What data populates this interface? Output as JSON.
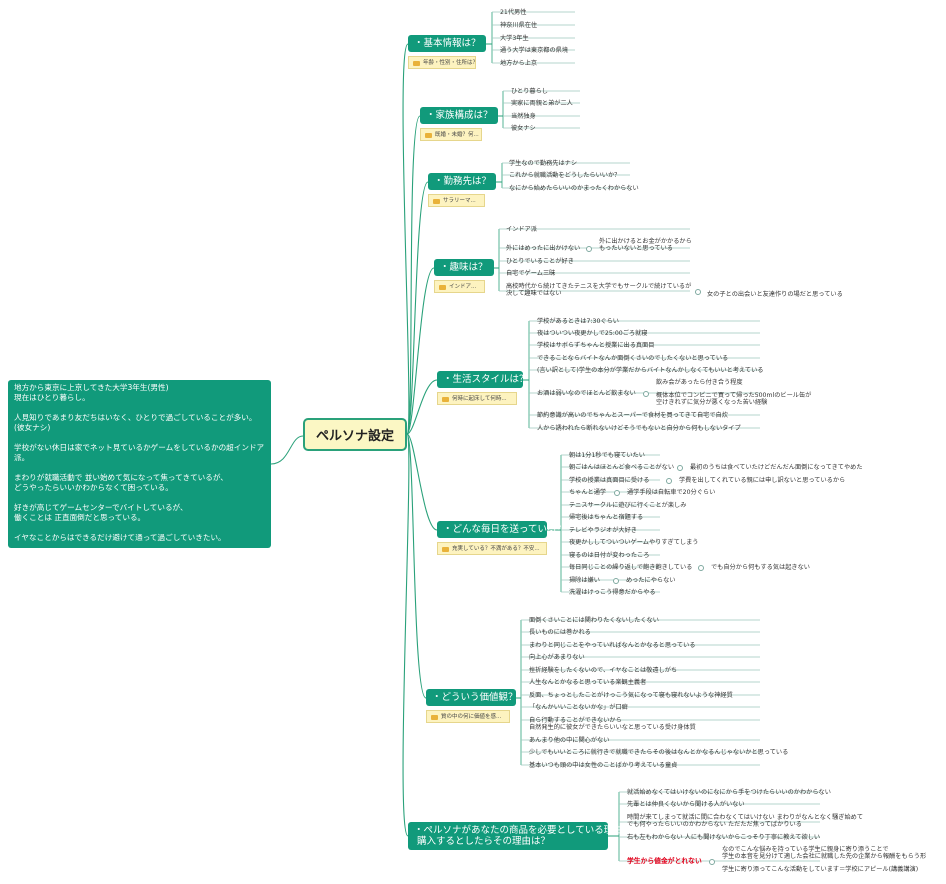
{
  "central_title": "ペルソナ設定",
  "summary": "地方から東京に上京してきた大学3年生(男性)\n現在はひとり暮らし。\n\n人見知りであまり友だちはいなく、ひとりで過ごしていることが多い。(彼女ナシ)\n\n学校がない休日は家でネット見ているかゲームをしているかの超インドア派。\n\nまわりが就職活動で 並い始めて気になって焦ってきているが、\nどうやったらいいかわからなくて困っている。\n\n好きが高じてゲームセンターでバイトしているが、\n働くことは 正直面倒だと思っている。\n\nイヤなことからはできるだけ避けて通って過ごしていきたい。",
  "branches": [
    {
      "title": "・基本情報は？",
      "note": "年齢・性別・住所は？",
      "items": [
        "21代男性",
        "神奈川県在住",
        "大学3年生",
        "通う大学は東京都の県境",
        "地方から上京"
      ]
    },
    {
      "title": "・家族構成は？",
      "note": "既婚・未婚？何...",
      "items": [
        "ひとり暮らし",
        "実家に両親と弟が二人",
        "当然独身",
        "彼女ナシ"
      ]
    },
    {
      "title": "・勤務先は？",
      "note": "サラリーマ...",
      "items": [
        "学生なので勤務先はナシ",
        "これから就職活動をどうしたらいいか？",
        "なにから始めたらいいのかまったくわからない"
      ]
    },
    {
      "title": "・趣味は？",
      "note": "インドア...",
      "items": [
        "インドア派",
        "外にはめったに出かけない",
        "ひとりでいることが好き",
        "自宅でゲーム三昧",
        "高校時代から続けてきたテニスを大学でもサークルで続けているが\n決して趣味ではない"
      ],
      "subs": [
        "外に出かけるとお金がかかるから\nもったいないと思っている",
        "女の子との出会いと友達作りの場だと思っている"
      ]
    },
    {
      "title": "・生活スタイルは？",
      "note": "何時に起床して何時...",
      "items": [
        "学校があるときは7:30ぐらい",
        "夜はついつい夜更かしで25:00ごろ就寝",
        "学校はサボらずちゃんと授業に出る真面目",
        "できることならバイトなんか面倒くさいのでしたくないと思っている",
        "(言い訳として)学生の本分が学業だからバイトなんかしなくてもいいと考えている",
        "お酒は弱いなのでほとんど飲まない",
        "節約意識が高いのでちゃんとスーパーで食材を買ってきて自宅で自炊",
        "人から誘われたら断れないけどそうでもないと自分から何もしないタイプ"
      ],
      "subs": [
        "飲み会があったら付き合う程度",
        "概体本位でコンビニで買って帰った500mlのビール缶が\n空けきれずに気分が悪くなった苦い経験"
      ]
    },
    {
      "title": "・どんな毎日を送っている？",
      "note": "充実している？不満がある？不安...",
      "items": [
        "朝は1分1秒でも寝ていたい",
        "朝ごはんはほとんど食べることがない",
        "学校の授業は真面目に受ける",
        "ちゃんと通学",
        "テニスサークルに遊びに行くことが楽しみ",
        "帰宅後はちゃんと宿題する",
        "テレビやラジオが大好き",
        "夜更かししてついついゲームやりすぎてしまう",
        "寝るのは日付が変わったころ",
        "毎日同じことの繰り返しで飽き飽きしている",
        "掃除は嫌い",
        "洗濯はけっこう得意だからやる"
      ],
      "subs": [
        "最初のうちは食べていたけどだんだん面倒になってきてやめた",
        "学費を出してくれている親には申し訳ないと思っているから",
        "通学手段は自転車で20分ぐらい",
        "でも自分から何もする気は起きない",
        "めったにやらない"
      ]
    },
    {
      "title": "・どういう価値観？",
      "note": "質の中の何に価値を感...",
      "items": [
        "面倒くさいことには関わりたくないしたくない",
        "長いものには巻かれる",
        "まわりと同じことをやっていればなんとかなると思っている",
        "向上心があまりない",
        "挫折経験をしたくないので、イヤなことは敬遠しがち",
        "人生なんとかなると思っている楽観主義者",
        "反面、ちょっとしたことがけっこう気になって寝も寝れないような神経質",
        "「なんかいいことないかな」が口癖",
        "自ら行動することができないから\n自然発生的に彼女ができたらいいなと思っている受け身体質",
        "あんまり他の中に関心がない",
        "少しでもいいところに就行きで就職できたらその後はなんとかなるんじゃないかと思っている",
        "基本いつも頭の中は女性のことばかり考えている童貞"
      ]
    },
    {
      "title": "・ペルソナがあなたの商品を必要としている理由は？\n 購入するとしたらその理由は？",
      "note": "",
      "items": [
        "就活始めなくてはいけないのになにから手をつけたらいいのかわからない",
        "先輩とは仲良くないから聞ける人がいない",
        "時間が来てしまって就活に間に合わなくてはいけない まわりがなんとなく騒ぎ始めて\nでも何やったらいいのかわからない ただただ焦ってばかりいる",
        "右も左もわからない 人にも聞けないからこっそり丁寧に教えて欲しい",
        "学生から値金がとれない"
      ],
      "subs": [
        "なのでこんな悩みを持っている学生に親身に寄り添うことで\n学生の本音を見分けて適した会社に就職した先の企業から報酬をもらう形",
        "学生に寄り添ってこんな活動をしています＝学校にアピール(講義講演)"
      ]
    }
  ]
}
